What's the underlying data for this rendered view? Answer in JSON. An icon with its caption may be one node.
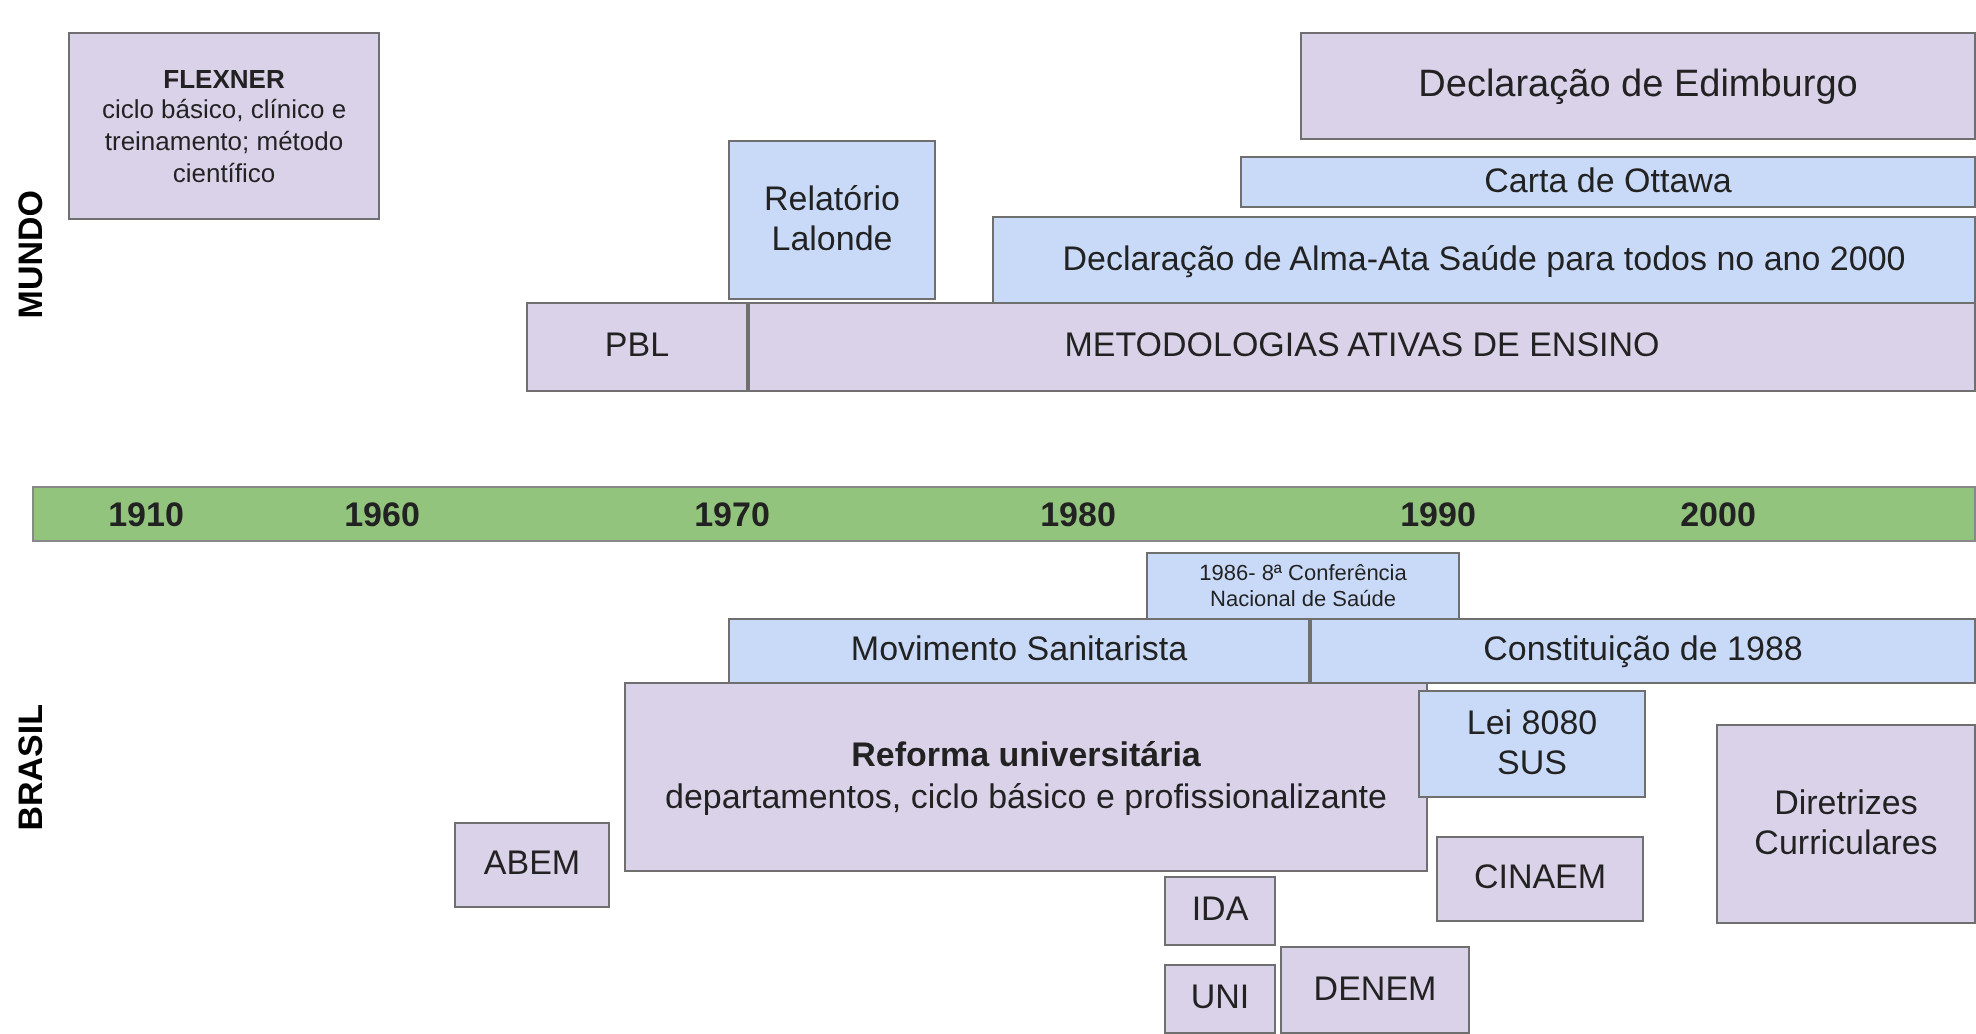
{
  "diagram": {
    "nodes": [
      {
        "text": [
          "FLEXNER",
          "ciclo básico, clínico e treinamento; método científico"
        ]
      },
      {
        "text": [
          "Declaração de Edimburgo"
        ]
      },
      {
        "text": [
          "Relatório Lalonde"
        ]
      },
      {
        "text": [
          "Carta de Ottawa"
        ]
      },
      {
        "text": [
          "Declaração de Alma-Ata Saúde para todos no ano 2000"
        ]
      },
      {
        "text": [
          "PBL"
        ]
      },
      {
        "text": [
          "METODOLOGIAS ATIVAS DE ENSINO"
        ]
      },
      {
        "text": [
          "1910",
          "1960",
          "1970",
          "1980",
          "1990",
          "2000"
        ]
      },
      {
        "text": [
          "1986- 8ª Conferência Nacional de Saúde"
        ]
      },
      {
        "text": [
          "Movimento Sanitarista"
        ]
      },
      {
        "text": [
          "Constituição de 1988"
        ]
      },
      {
        "text": [
          "Reforma universitária",
          "departamentos, ciclo básico e profissionalizante"
        ]
      },
      {
        "text": [
          "Lei 8080 SUS"
        ]
      },
      {
        "text": [
          "Diretrizes Curriculares"
        ]
      },
      {
        "text": [
          "ABEM"
        ]
      },
      {
        "text": [
          "CINAEM"
        ]
      },
      {
        "text": [
          "IDA"
        ]
      },
      {
        "text": [
          "DENEM"
        ]
      },
      {
        "text": [
          "UNI"
        ]
      }
    ],
    "labels": [
      "MUNDO",
      "BRASIL"
    ]
  }
}
